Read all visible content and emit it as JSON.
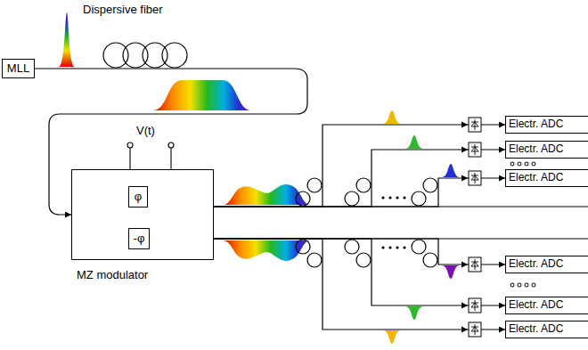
{
  "diagram": {
    "nodes": [
      {
        "text": [
          "MLL"
        ]
      },
      {
        "text": [
          "MZ modulator"
        ]
      },
      {
        "text": [
          "φ"
        ],
        "in": 1
      },
      {
        "text": [
          "-φ"
        ],
        "in": 1
      },
      {
        "text": [
          "Electr. ADC"
        ]
      },
      {
        "text": [
          "Electr. ADC"
        ]
      },
      {
        "text": [
          "Electr. ADC"
        ]
      },
      {
        "text": [
          "Electr. ADC"
        ]
      },
      {
        "text": [
          "Electr. ADC"
        ]
      },
      {
        "text": [
          "Electr. ADC"
        ]
      }
    ],
    "edges": [
      {
        "from": 0,
        "to": 1,
        "arrow": "to"
      },
      {
        "from": 1,
        "to": 4,
        "arrow": "to"
      },
      {
        "from": 1,
        "to": 5,
        "arrow": "to"
      },
      {
        "from": 1,
        "to": 6,
        "arrow": "to"
      },
      {
        "from": 1,
        "to": 7,
        "arrow": "to"
      },
      {
        "from": 1,
        "to": 8,
        "arrow": "to"
      },
      {
        "from": 1,
        "to": 9,
        "arrow": "to"
      }
    ],
    "labels": [
      "Dispersive fiber",
      "V(t)"
    ]
  }
}
